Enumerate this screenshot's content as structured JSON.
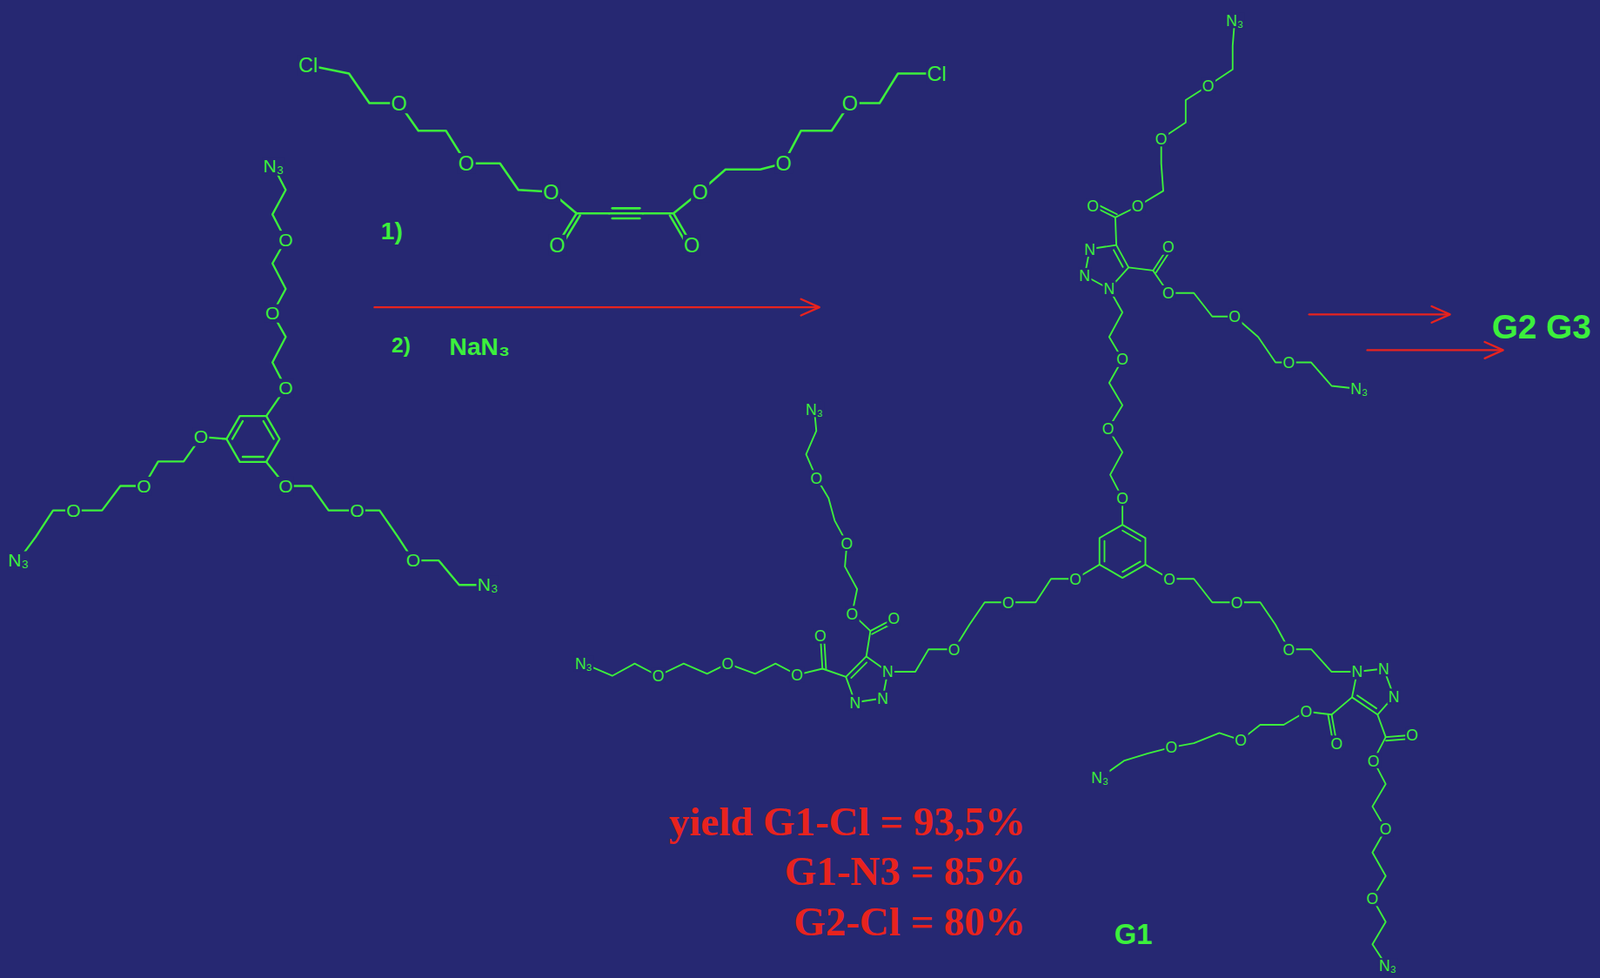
{
  "diagram": {
    "labels": [
      "Cl",
      "O",
      "O",
      "O",
      "O",
      "O",
      "O",
      "O",
      "O",
      "Cl",
      "1)",
      "2)",
      "NaN₃",
      "N₃",
      "O",
      "O",
      "O",
      "O",
      "O",
      "O",
      "N₃",
      "O",
      "O",
      "O",
      "N₃",
      "N₃",
      "O",
      "O",
      "O",
      "O",
      "N",
      "O",
      "N",
      "N",
      "O",
      "O",
      "O",
      "N₃",
      "O",
      "O",
      "O",
      "N₃",
      "O",
      "O",
      "O",
      "O",
      "O",
      "N₃",
      "O",
      "O",
      "O",
      "N",
      "N",
      "N",
      "O",
      "O",
      "O",
      "O",
      "O",
      "O",
      "N",
      "N",
      "N",
      "O",
      "O",
      "O",
      "O",
      "N₃",
      "O",
      "O",
      "O",
      "O",
      "N₃",
      "G2 G3",
      "yield G1-Cl = 93,5%",
      "G1-N3 = 85%",
      "G2-Cl = 80%",
      "G1"
    ]
  }
}
